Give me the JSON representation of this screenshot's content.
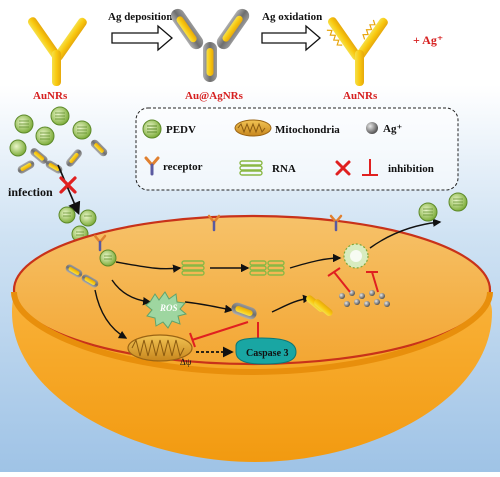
{
  "top_row": {
    "label_left": "AuNRs",
    "label_middle": "Au@AgNRs",
    "label_right": "AuNRs",
    "step1": "Ag deposition",
    "step2": "Ag oxidation",
    "ag_ion": "+ Ag⁺"
  },
  "legend": {
    "pedv": "PEDV",
    "mitochondria": "Mitochondria",
    "ag_plus": "Ag⁺",
    "receptor": "receptor",
    "rna": "RNA",
    "inhibition": "inhibition"
  },
  "labels": {
    "infection": "infection",
    "ros": "ROS",
    "caspase": "Caspase 3",
    "psi": "Δψ"
  },
  "colors": {
    "cell_body": "#f7a21b",
    "cell_top": "#f6b04a",
    "membrane_line": "#c8321a",
    "background_blue": "#b8d4ee",
    "virus_green": "#8ab845",
    "gold_rod": "#f2c21a",
    "silver_shell": "#8c8c8c",
    "inhibit_red": "#e02020",
    "caspase_teal": "#1aa3a0"
  }
}
